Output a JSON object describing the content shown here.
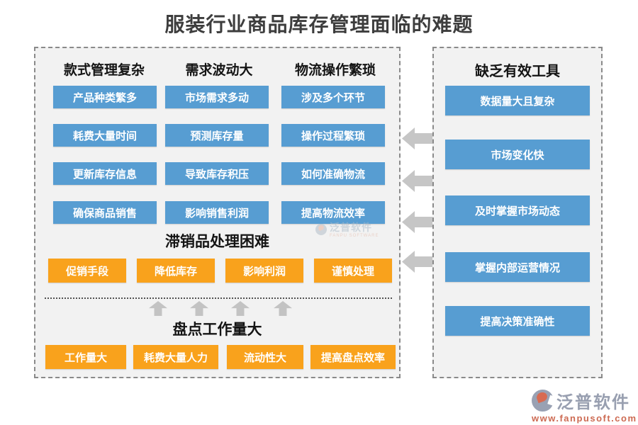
{
  "title": "服装行业商品库存管理面临的难题",
  "left_panel": {
    "columns": [
      {
        "header": "款式管理复杂",
        "items": [
          "产品种类繁多",
          "耗费大量时间",
          "更新库存信息",
          "确保商品销售"
        ]
      },
      {
        "header": "需求波动大",
        "items": [
          "市场需求多动",
          "预测库存量",
          "导致库存积压",
          "影响销售利润"
        ]
      },
      {
        "header": "物流操作繁琐",
        "items": [
          "涉及多个环节",
          "操作过程繁琐",
          "如何准确物流",
          "提高物流效率"
        ]
      }
    ],
    "stagnant_section": {
      "header": "滞销品处理困难",
      "items": [
        "促销手段",
        "降低库存",
        "影响利润",
        "谨慎处理"
      ]
    },
    "stocktake_section": {
      "header": "盘点工作量大",
      "items": [
        "工作量大",
        "耗费大量人力",
        "流动性大",
        "提高盘点效率"
      ]
    }
  },
  "right_panel": {
    "header": "缺乏有效工具",
    "items": [
      "数据量大且复杂",
      "市场变化快",
      "及时掌握市场动态",
      "掌握内部运营情况",
      "提高决策准确性"
    ]
  },
  "watermark": {
    "brand": "泛普软件",
    "brand_sub": "FANPU SOFTWARE"
  },
  "footer": {
    "brand": "泛普软件",
    "website": "www.fanpusoft.com"
  },
  "colors": {
    "blue": "#579DD2",
    "orange": "#F9A21C",
    "arrow_gray": "#C6C6C6",
    "panel_bg": "#F2F2F2"
  }
}
